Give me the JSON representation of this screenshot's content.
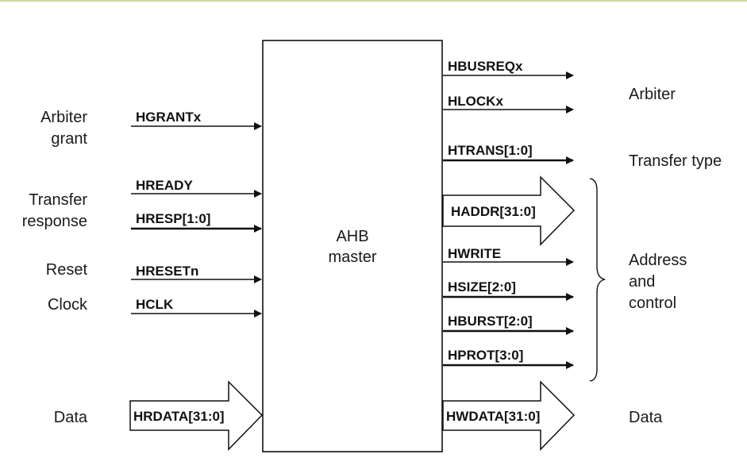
{
  "block": {
    "line1": "AHB",
    "line2": "master"
  },
  "left_groups": {
    "arbiter_grant": {
      "line1": "Arbiter",
      "line2": "grant"
    },
    "transfer_response": {
      "line1": "Transfer",
      "line2": "response"
    },
    "reset": "Reset",
    "clock": "Clock",
    "data": "Data"
  },
  "right_groups": {
    "arbiter": "Arbiter",
    "transfer_type": "Transfer type",
    "address_control": {
      "line1": "Address",
      "line2": "and",
      "line3": "control"
    },
    "data": "Data"
  },
  "inputs": {
    "hgrantx": "HGRANTx",
    "hready": "HREADY",
    "hresp": "HRESP[1:0]",
    "hresetn": "HRESETn",
    "hclk": "HCLK",
    "hrdata": "HRDATA[31:0]"
  },
  "outputs": {
    "hbusreqx": "HBUSREQx",
    "hlockx": "HLOCKx",
    "htrans": "HTRANS[1:0]",
    "haddr": "HADDR[31:0]",
    "hwrite": "HWRITE",
    "hsize": "HSIZE[2:0]",
    "hburst": "HBURST[2:0]",
    "hprot": "HPROT[3:0]",
    "hwdata": "HWDATA[31:0]"
  }
}
